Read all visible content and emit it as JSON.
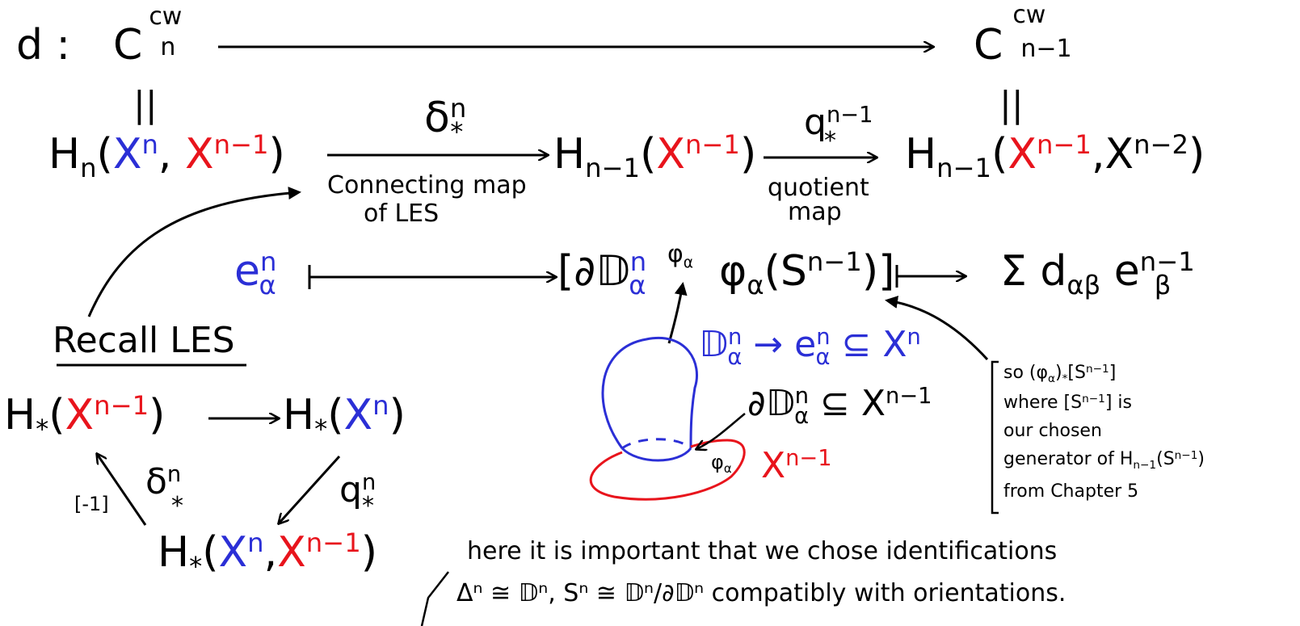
{
  "colors": {
    "ink": "#000000",
    "red": "#e8141c",
    "blue": "#2b2fd6"
  },
  "row1": {
    "d": "d :",
    "C": "C",
    "cw": "cw",
    "n": "n",
    "n_minus_1": "n−1",
    "eq": "||"
  },
  "row2": {
    "H": "H",
    "n": "n",
    "Xn": "X",
    "Xn_sup": "n",
    "Xn1": "X",
    "Xn1_sup": "n−1",
    "comma": ",",
    "lp": "(",
    "rp": ")",
    "delta": "δ",
    "delta_sup": "n",
    "delta_sub": "*",
    "connecting": "Connecting map",
    "of_les": "of LES",
    "Hn1": "H",
    "Hn1_sub": "n−1",
    "q": "q",
    "q_sup": "n−1",
    "q_sub": "*",
    "quotient": "quotient",
    "map": "map",
    "Xn2_sup": "n−2"
  },
  "row3": {
    "e": "e",
    "e_sup": "n",
    "e_sub": "α",
    "partial_D": "[∂𝔻",
    "D_sup": "n",
    "D_sub": "α",
    "phi": "φ",
    "phi_sub": "α",
    "phi_S": "φ",
    "S": "(S",
    "S_sup": "n−1",
    "close": ")]",
    "sum": "Σ d",
    "sum_sub": "αβ",
    "e2": "e",
    "e2_sup": "n−1",
    "e2_sub": "β"
  },
  "recall": "Recall LES",
  "les": {
    "H": "H",
    "star": "*",
    "Xn1": "X",
    "Xn1_sup": "n−1",
    "Xn": "X",
    "Xn_sup": "n",
    "delta": "δ",
    "delta_sup": "n",
    "delta_sub": "*",
    "shift": "[-1]",
    "q": "q",
    "q_sup": "n",
    "q_sub": "*",
    "comma": ","
  },
  "sketch": {
    "D_label": "𝔻",
    "D_sup": "n",
    "D_sub": "α",
    "arrow_e": "→ e",
    "e_sup": "n",
    "e_sub": "α",
    "subset_X": "⊆ X",
    "X_sup": "n",
    "partial_D": "∂𝔻",
    "pD_sup": "n",
    "pD_sub": "α",
    "subset_X1": "⊆ X",
    "X1_sup": "n−1",
    "phi_small": "φ",
    "phi_small_sub": "α",
    "red_X": "X",
    "red_X_sup": "n−1"
  },
  "side_note": {
    "line1": "so (φ",
    "line1_sub": "α",
    "line1_b": ")",
    "line1_star": "*",
    "line1_c": "[S",
    "line1_sup": "n−1",
    "line1_d": "]",
    "line2": "where [S",
    "line2_sup": "n−1",
    "line2_b": "] is",
    "line3": "our chosen",
    "line4": "generator of H",
    "line4_sub": "n−1",
    "line4_b": "(S",
    "line4_sup": "n−1",
    "line4_c": ")",
    "line5": "from Chapter 5"
  },
  "bottom_note": {
    "line1": "here it is important that we chose identifications",
    "line2": "Δⁿ ≅ 𝔻ⁿ,  Sⁿ ≅ 𝔻ⁿ/∂𝔻ⁿ compatibly with orientations."
  }
}
